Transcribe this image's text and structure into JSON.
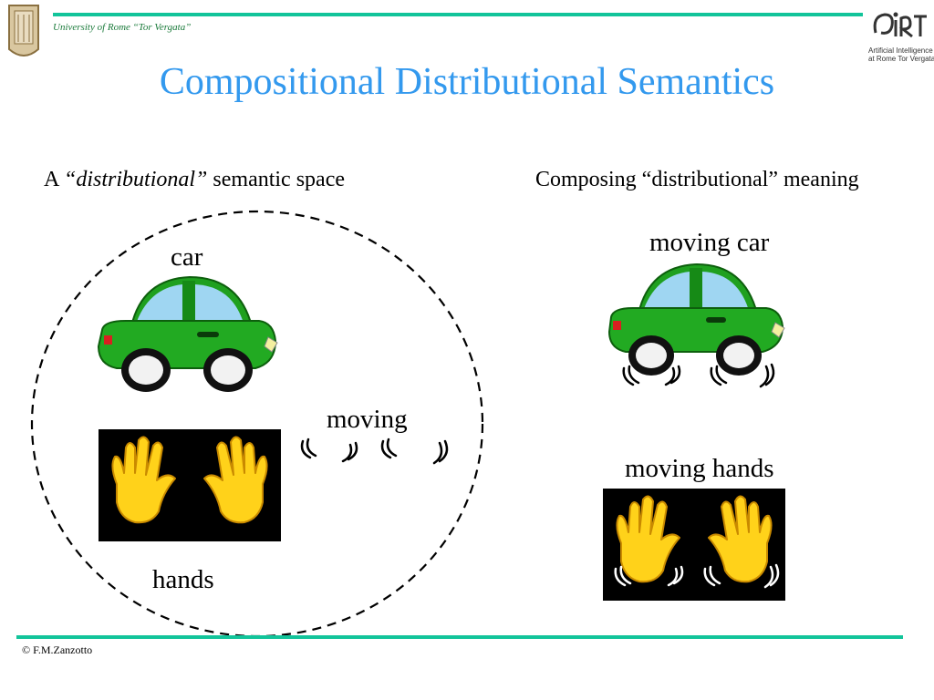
{
  "header": {
    "university": "University of Rome “Tor Vergata”",
    "logo_lines": [
      "Artificial Intelligence",
      "at Rome Tor Vergata"
    ]
  },
  "slide": {
    "title": "Compositional Distributional Semantics",
    "left_heading_prefix": "A ",
    "left_heading_emph": "“distributional”",
    "left_heading_suffix": " semantic space",
    "right_heading": "Composing “distributional” meaning",
    "left_words": {
      "car": "car",
      "moving": "moving",
      "hands": "hands"
    },
    "right_words": {
      "moving_car": "moving car",
      "moving_hands": "moving hands"
    }
  },
  "footer": {
    "copyright": "© F.M.Zanzotto"
  },
  "colors": {
    "rule": "#12c49a",
    "title": "#3399ee",
    "car_body": "#1fa01f",
    "hand": "#ffd21a"
  },
  "icons": [
    "university-seal-icon",
    "art-logo-icon",
    "car-icon",
    "hands-icon",
    "motion-lines-icon"
  ]
}
